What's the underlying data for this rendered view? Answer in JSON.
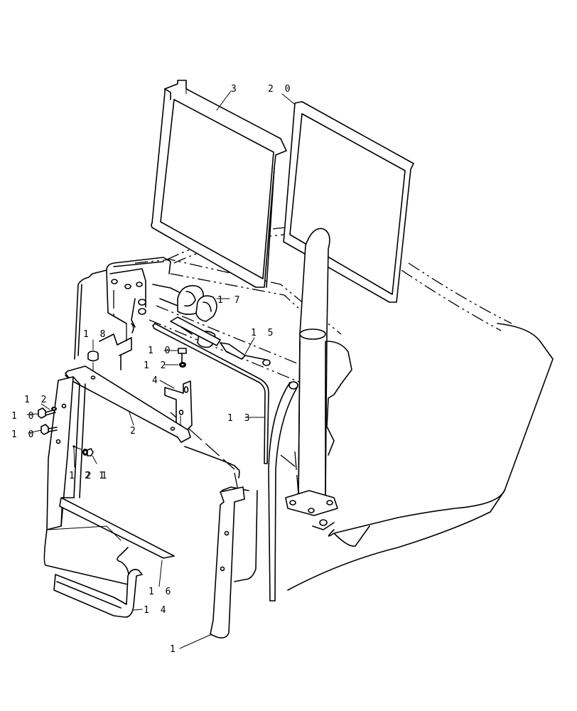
{
  "callouts": [
    {
      "id": "c3",
      "text": "3"
    },
    {
      "id": "c20",
      "text": "2 0"
    },
    {
      "id": "c17",
      "text": "1 7"
    },
    {
      "id": "c18",
      "text": "1 8"
    },
    {
      "id": "c15",
      "text": "1 5"
    },
    {
      "id": "c10a",
      "text": "1 0"
    },
    {
      "id": "c12a",
      "text": "1 2"
    },
    {
      "id": "c4",
      "text": "4"
    },
    {
      "id": "c12b",
      "text": "1 2"
    },
    {
      "id": "c10b",
      "text": "1 0"
    },
    {
      "id": "c10c",
      "text": "1 0"
    },
    {
      "id": "c2",
      "text": "2"
    },
    {
      "id": "c13",
      "text": "1 3"
    },
    {
      "id": "c12c",
      "text": "1 2"
    },
    {
      "id": "c21",
      "text": "2 1"
    },
    {
      "id": "c11",
      "text": "1"
    },
    {
      "id": "c16",
      "text": "1 6"
    },
    {
      "id": "c14",
      "text": "1 4"
    },
    {
      "id": "c1",
      "text": "1"
    }
  ],
  "colors": {
    "line": "#000000",
    "background": "#ffffff"
  }
}
